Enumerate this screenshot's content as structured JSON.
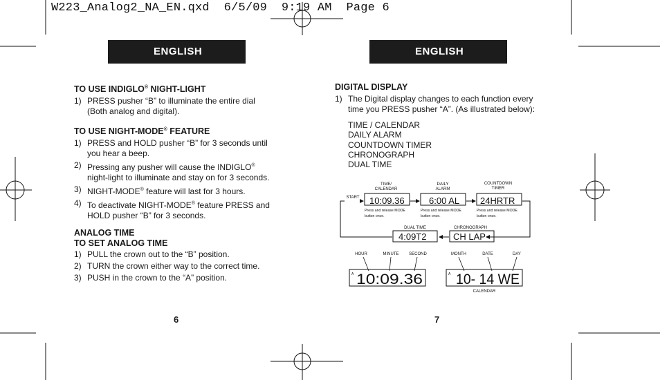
{
  "slug": "W223_Analog2_NA_EN.qxd  6/5/09  9:19 AM  Page 6",
  "left_page": {
    "banner": "ENGLISH",
    "indiglo": {
      "title_pre": "TO USE INDIGLO",
      "title_sup": "®",
      "title_post": " NIGHT-LIGHT",
      "items": [
        {
          "num": "1)",
          "line1": "PRESS pusher “B” to illuminate the entire dial",
          "line2": "(Both analog and digital)."
        }
      ]
    },
    "nightmode": {
      "title_pre": "TO USE NIGHT-MODE",
      "title_sup": "®",
      "title_post": " FEATURE",
      "item1": {
        "num": "1)",
        "line1": "PRESS and HOLD pusher “B” for 3 seconds until",
        "line2": "you hear a beep."
      },
      "item2": {
        "num": "2)",
        "line1_pre": "Pressing any pusher will cause the INDIGLO",
        "sup": "®",
        "line2": "night-light to illuminate and stay on for 3 seconds."
      },
      "item3": {
        "num": "3)",
        "pre": "NIGHT-MODE",
        "sup": "®",
        "post": " feature will last for 3 hours."
      },
      "item4": {
        "num": "4)",
        "pre": "To deactivate NIGHT-MODE",
        "sup": "®",
        "post": " feature PRESS and",
        "line2": "HOLD pusher “B” for 3 seconds."
      }
    },
    "analog": {
      "title1": "ANALOG TIME",
      "title2": "TO SET ANALOG TIME",
      "items": [
        {
          "num": "1)",
          "text": "PULL the crown out to the “B” position."
        },
        {
          "num": "2)",
          "text": "TURN the crown either way to the correct time."
        },
        {
          "num": "3)",
          "text": "PUSH in the crown to the “A” position."
        }
      ]
    },
    "page_number": "6"
  },
  "right_page": {
    "banner": "ENGLISH",
    "digital": {
      "title": "DIGITAL DISPLAY",
      "item": {
        "num": "1)",
        "line1": "The Digital display changes to each function every",
        "line2": "time you PRESS pusher “A”. (As illustrated below):"
      }
    },
    "modes": [
      "TIME / CALENDAR",
      "DAILY ALARM",
      "COUNTDOWN TIMER",
      "CHRONOGRAPH",
      "DUAL TIME"
    ],
    "diagram": {
      "start_label": "START",
      "box1": {
        "label1": "TIME/",
        "label2": "CALENDAR",
        "display": "10:09.36",
        "note1": "Press and release MODE",
        "note2": "button once."
      },
      "box2": {
        "label1": "DAILY",
        "label2": "ALARM",
        "display": "6:00 AL",
        "note1": "Press and release MODE",
        "note2": "button once."
      },
      "box3": {
        "label1": "COUNTDOWN",
        "label2": "TIMER",
        "display": "24HRTR",
        "note1": "Press and release MODE",
        "note2": "button once."
      },
      "box4": {
        "label": "DUAL TIME",
        "display": "4:09T2"
      },
      "box5": {
        "label": "CHRONOGRAPH",
        "display": "CH LAP"
      },
      "big_time": {
        "hour_label": "HOUR",
        "minute_label": "MINUTE",
        "second_label": "SECOND",
        "display": "10:09.36",
        "indicator": "A"
      },
      "big_cal": {
        "month_label": "MONTH",
        "date_label": "DATE",
        "day_label": "DAY",
        "display": "10- 14 WE",
        "indicator": "A",
        "bottom_label": "CALENDAR"
      }
    },
    "page_number": "7"
  }
}
